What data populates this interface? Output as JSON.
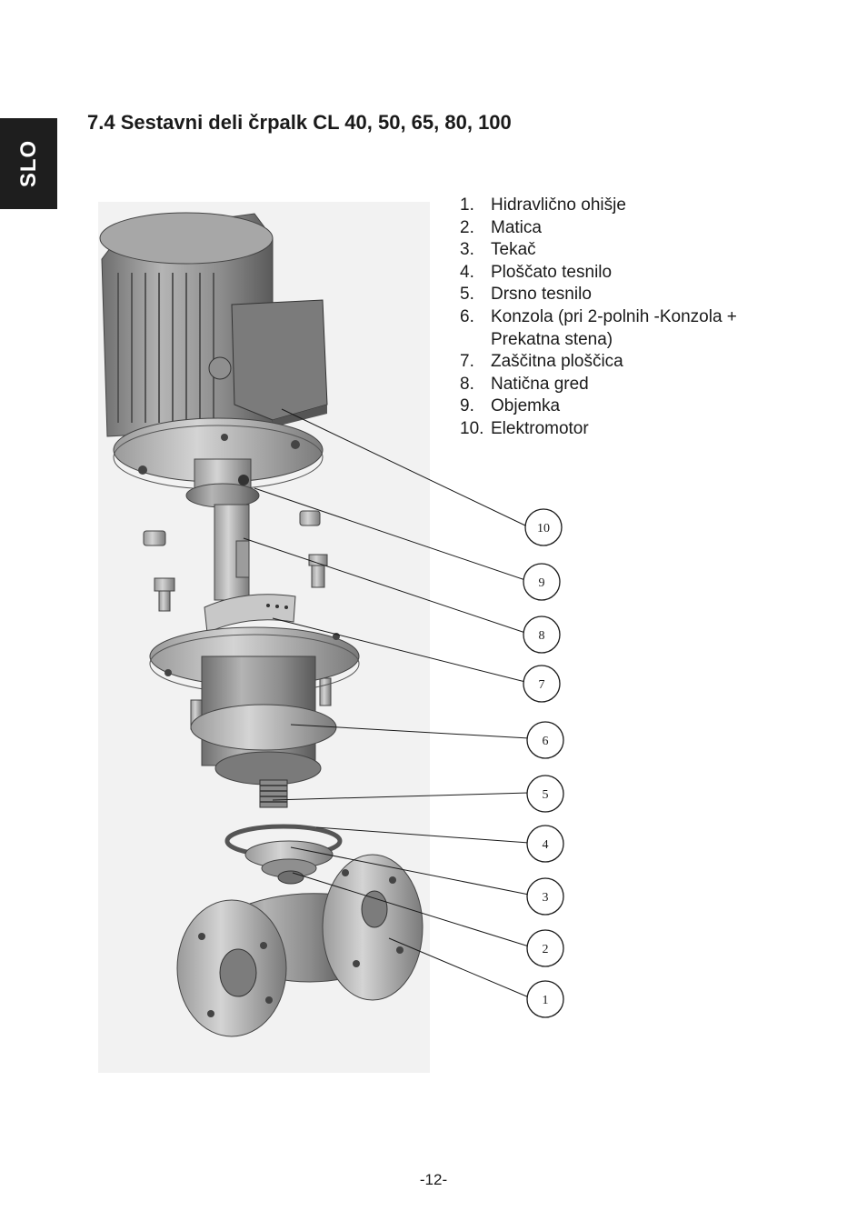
{
  "side_tab": "SLO",
  "title": "7.4 Sestavni deli črpalk CL 40, 50, 65, 80, 100",
  "parts": [
    {
      "num": "1.",
      "label": "Hidravlično ohišje"
    },
    {
      "num": "2.",
      "label": "Matica"
    },
    {
      "num": "3.",
      "label": "Tekač"
    },
    {
      "num": "4.",
      "label": "Ploščato tesnilo"
    },
    {
      "num": "5.",
      "label": "Drsno tesnilo"
    },
    {
      "num": "6.",
      "label": "Konzola (pri 2-polnih -Konzola + Prekatna stena)"
    },
    {
      "num": "7.",
      "label": "Zaščitna ploščica"
    },
    {
      "num": "8.",
      "label": "Natična gred"
    },
    {
      "num": "9.",
      "label": "Objemka"
    },
    {
      "num": "10.",
      "label": "Elektromotor"
    }
  ],
  "callouts": [
    "10",
    "9",
    "8",
    "7",
    "6",
    "5",
    "4",
    "3",
    "2",
    "1"
  ],
  "page_number": "-12-"
}
